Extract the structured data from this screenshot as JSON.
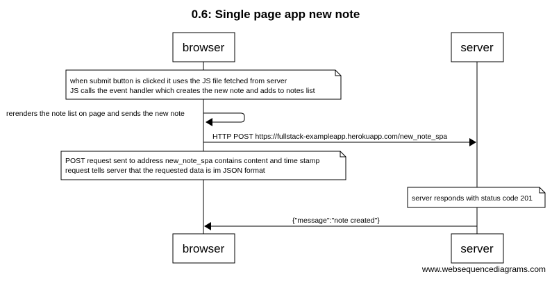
{
  "title": "0.6: Single page app new note",
  "participants": {
    "browser": "browser",
    "server": "server"
  },
  "notes": [
    {
      "lines": [
        "when submit button is clicked it uses the JS file fetched from server",
        "JS calls the event handler which creates the new note and adds to notes list"
      ]
    },
    {
      "lines": [
        "POST request sent to address new_note_spa contains content and time stamp",
        "request tells server that the requested data is im JSON format"
      ]
    },
    {
      "lines": [
        "server responds with status code 201"
      ]
    }
  ],
  "messages": {
    "self_rerender": "rerenders the note list on page and sends the new note",
    "post": "HTTP POST https://fullstack-exampleapp.herokuapp.com/new_note_spa",
    "response": "{\"message\":\"note created\"}"
  },
  "watermark": "www.websequencediagrams.com"
}
